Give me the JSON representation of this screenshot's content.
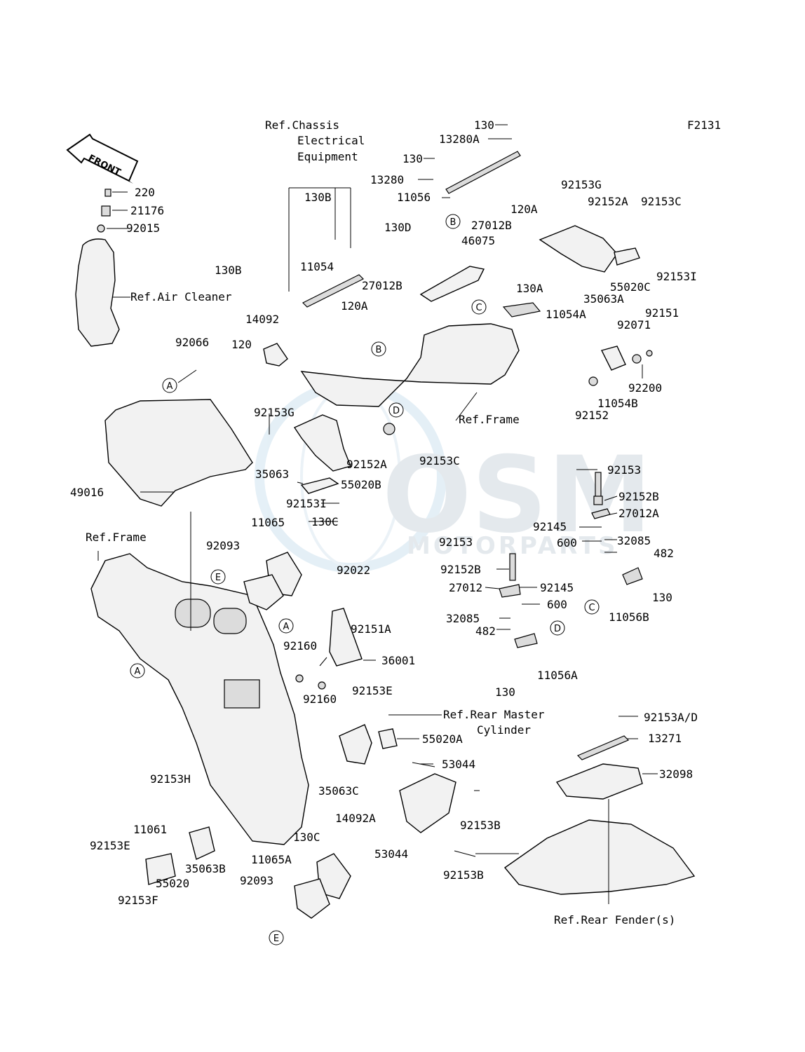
{
  "figure_code": "F2131",
  "front_arrow": "FRONT",
  "watermark": {
    "brand": "OSM",
    "sub": "MOTORPARTS"
  },
  "callouts": [
    "A",
    "B",
    "C",
    "D",
    "E"
  ],
  "refs": {
    "chassis_line1": "Ref.Chassis",
    "chassis_line2": "Electrical",
    "chassis_line3": "Equipment",
    "air_cleaner": "Ref.Air Cleaner",
    "frame_1": "Ref.Frame",
    "frame_2": "Ref.Frame",
    "rear_master_1": "Ref.Rear Master",
    "rear_master_2": "Cylinder",
    "rear_fender": "Ref.Rear Fender(s)"
  },
  "parts": {
    "p130_top": "130",
    "p13280A": "13280A",
    "p130_b": "130",
    "p13280": "13280",
    "p11056": "11056",
    "p92153G_r": "92153G",
    "p92152A_r": "92152A",
    "p92153C_r": "92153C",
    "p120A_r": "120A",
    "p27012B_r": "27012B",
    "p130D": "130D",
    "p46075": "46075",
    "p92153I_r": "92153I",
    "p55020C": "55020C",
    "p35063A": "35063A",
    "p130A": "130A",
    "p11054A": "11054A",
    "p92151": "92151",
    "p92071": "92071",
    "p92200": "92200",
    "p11054B": "11054B",
    "p92152": "92152",
    "p130B_top": "130B",
    "p130B_left": "130B",
    "p11054": "11054",
    "p27012B_l": "27012B",
    "p120A_l": "120A",
    "p220": "220",
    "p21176": "21176",
    "p92015": "92015",
    "p14092": "14092",
    "p92066": "92066",
    "p120": "120",
    "p92153G_l": "92153G",
    "p92152A_l": "92152A",
    "p92153C_l": "92153C",
    "p35063": "35063",
    "p55020B": "55020B",
    "p92153I_l": "92153I",
    "p49016": "49016",
    "p11065": "11065",
    "p130C_top": "130C",
    "p92093_top": "92093",
    "p92022": "92022",
    "p92151A": "92151A",
    "p92160_a": "92160",
    "p36001": "36001",
    "p92160_b": "92160",
    "p92153": "92153",
    "p92152B_r": "92152B",
    "p27012A": "27012A",
    "p92145_r": "92145",
    "p600_r": "600",
    "p32085_r": "32085",
    "p482_r": "482",
    "p130_r1": "130",
    "p11056B": "11056B",
    "p92153_c": "92153",
    "p92152B_c": "92152B",
    "p27012": "27012",
    "p92145_c": "92145",
    "p600_c": "600",
    "p32085_c": "32085",
    "p482_c": "482",
    "p11056A": "11056A",
    "p130_c2": "130",
    "p92153E_top": "92153E",
    "p55020A": "55020A",
    "p35063C": "35063C",
    "p53044_top": "53044",
    "p14092A": "14092A",
    "p92153B_a": "92153B",
    "p92153B_b": "92153B",
    "p53044_b": "53044",
    "p130C_b": "130C",
    "p11065A": "11065A",
    "p92093_b": "92093",
    "p92153H": "92153H",
    "p11061": "11061",
    "p92153E_b": "92153E",
    "p35063B": "35063B",
    "p55020": "55020",
    "p92153F": "92153F",
    "p92153AD": "92153A/D",
    "p13271": "13271",
    "p32098": "32098"
  }
}
